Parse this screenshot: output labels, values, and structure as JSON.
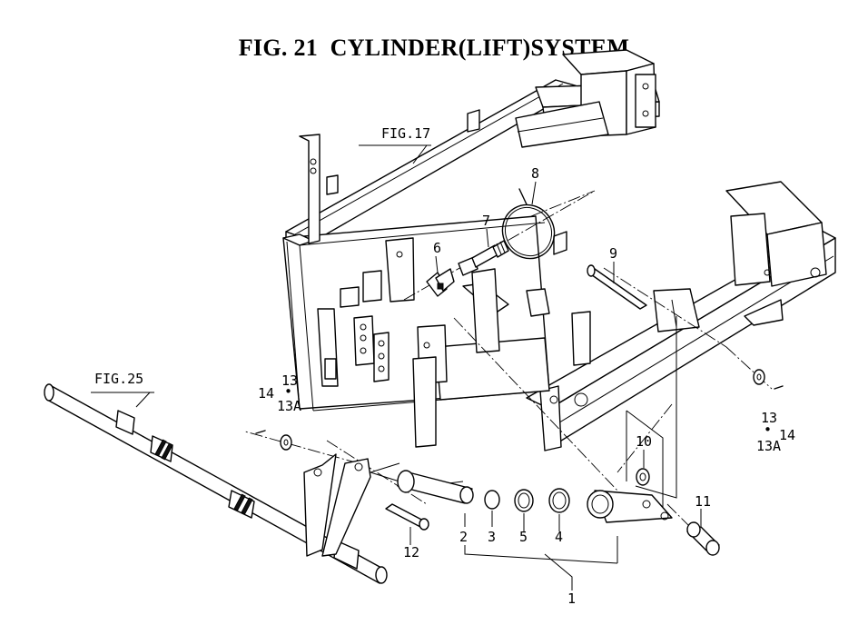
{
  "title": "FIG. 21  CYLINDER(LIFT)SYSTEM",
  "references": {
    "fig17": "FIG.17",
    "fig25": "FIG.25"
  },
  "callouts": {
    "c1": "1",
    "c2": "2",
    "c3": "3",
    "c4": "4",
    "c5": "5",
    "c6": "6",
    "c7": "7",
    "c8": "8",
    "c9": "9",
    "c10": "10",
    "c11": "11",
    "c12": "12",
    "c13_left": "13",
    "c13a_left": "13A",
    "c14_left": "14",
    "c13_right": "13",
    "c13a_right": "13A",
    "c14_right": "14"
  }
}
